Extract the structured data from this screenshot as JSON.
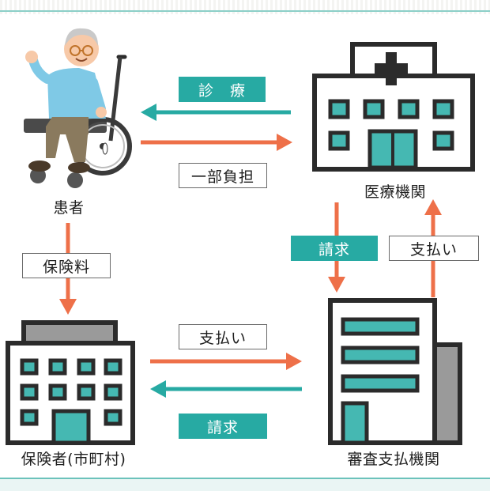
{
  "nodes": {
    "patient": "患者",
    "hospital": "医療機関",
    "insurer": "保険者(市町村)",
    "review_org": "審査支払機関"
  },
  "flows": {
    "treatment": "診　療",
    "copayment": "一部負担",
    "premium": "保険料",
    "claim_to_review": "請求",
    "payment_to_hospital": "支払い",
    "payment_to_review": "支払い",
    "claim_to_insurer": "請求"
  },
  "colors": {
    "teal": "#27aaa3",
    "orange": "#ee7049",
    "building_outline": "#2b2b2b",
    "window_fill": "#45b8b2",
    "side_gray": "#9a9a9a"
  },
  "icons": [
    "wheelchair-patient-icon",
    "hospital-building-icon",
    "insurer-building-icon",
    "review-office-building-icon"
  ]
}
